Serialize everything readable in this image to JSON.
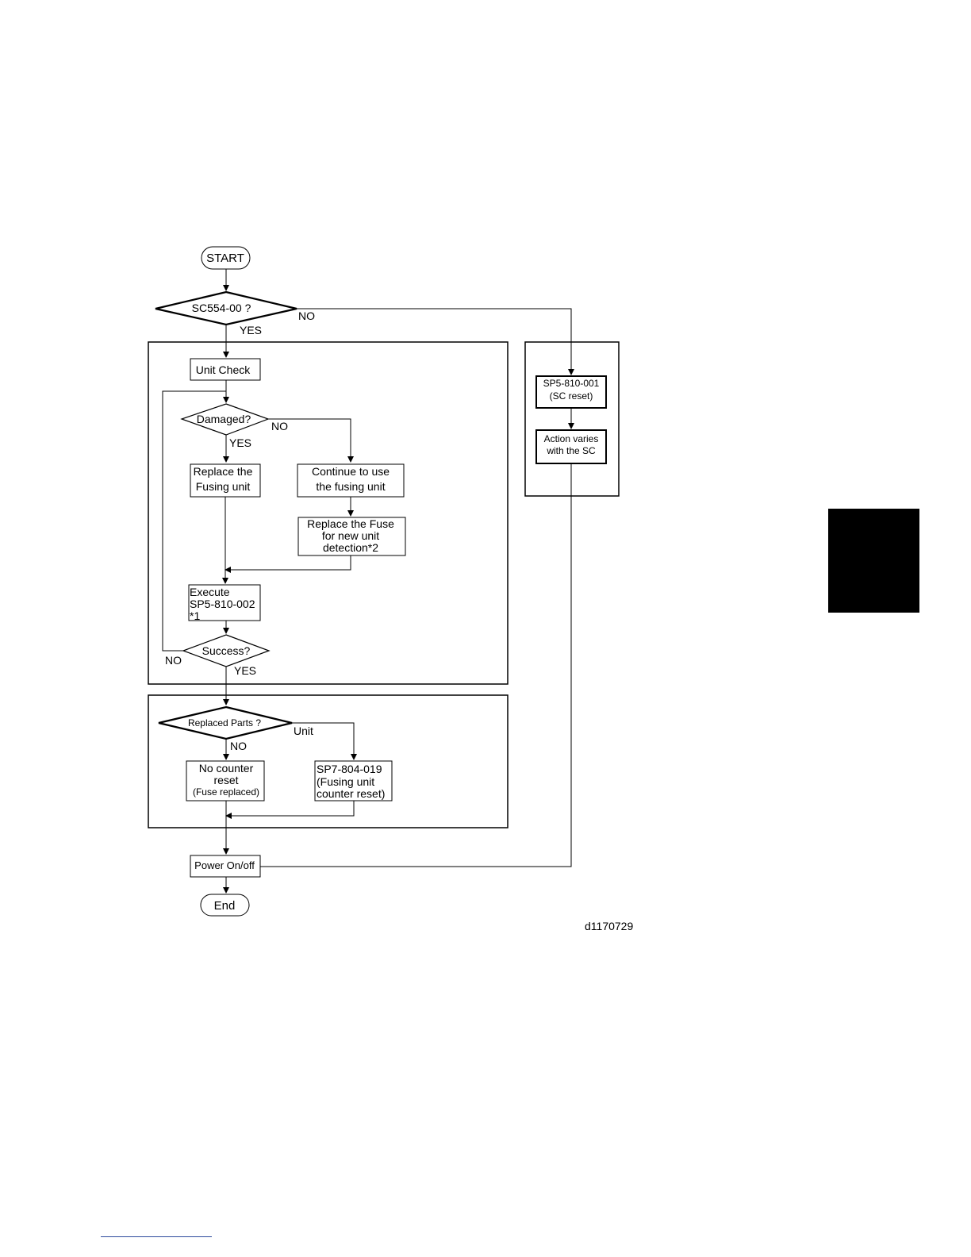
{
  "flowchart": {
    "start": "START",
    "q_sc": "SC554-00 ?",
    "no_sc": "NO",
    "yes_sc": "YES",
    "unit_check": "Unit Check",
    "q_damaged": "Damaged?",
    "yes_damaged": "YES",
    "no_damaged": "NO",
    "replace_unit": [
      "Replace the",
      "Fusing unit"
    ],
    "continue_unit": [
      "Continue to use",
      "the fusing unit"
    ],
    "replace_fuse": [
      "Replace the Fuse",
      "for new unit",
      "detection*2"
    ],
    "execute": [
      "Execute",
      "SP5-810-002",
      "*1"
    ],
    "q_success": "Success?",
    "no_success": "NO",
    "yes_success": "YES",
    "q_replaced": "Replaced Parts ?",
    "no_replaced": "NO",
    "unit_replaced": "Unit",
    "no_counter": [
      "No counter",
      "reset",
      "(Fuse replaced)"
    ],
    "sp7": [
      "SP7-804-019",
      "(Fusing unit",
      "counter reset)"
    ],
    "sp5_reset": [
      "SP5-810-001",
      "(SC reset)"
    ],
    "action": [
      "Action varies",
      "with the SC"
    ],
    "power": "Power On/off",
    "end": "End",
    "figure_id": "d1170729"
  }
}
